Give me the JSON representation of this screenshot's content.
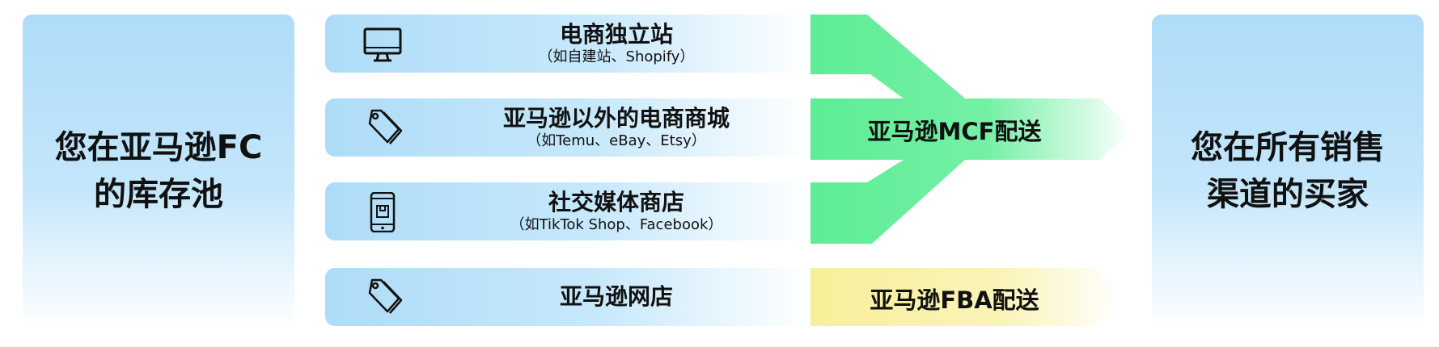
{
  "left_box": {
    "text": "您在亚马逊FC\n的库存池"
  },
  "right_box": {
    "text": "您在所有销售\n渠道的买家"
  },
  "channels": [
    {
      "title": "电商独立站",
      "subtitle": "（如自建站、Shopify）",
      "icon": "desktop-monitor-icon"
    },
    {
      "title": "亚马逊以外的电商商城",
      "subtitle": "（如Temu、eBay、Etsy）",
      "icon": "price-tag-icon"
    },
    {
      "title": "社交媒体商店",
      "subtitle": "（如TikTok Shop、Facebook）",
      "icon": "mobile-phone-icon"
    },
    {
      "title": "亚马逊网店",
      "subtitle": "",
      "icon": "price-tag-icon"
    }
  ],
  "mcf": {
    "label": "亚马逊MCF配送",
    "color": "#5ded95"
  },
  "fba": {
    "label": "亚马逊FBA配送",
    "color": "#f8ef99"
  }
}
